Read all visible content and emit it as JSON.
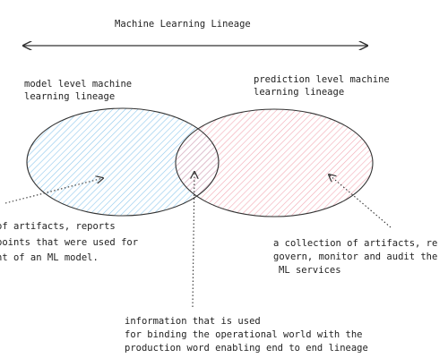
{
  "diagram": {
    "title": "Machine Learning Lineage",
    "model_label": [
      "model level machine",
      "learning lineage"
    ],
    "prediction_label": [
      "prediction level machine",
      "learning lineage"
    ],
    "left_callout": [
      "of artifacts, reports",
      "points that were used for",
      "nt of an ML model."
    ],
    "right_callout": [
      "a collection of artifacts, re",
      "govern, monitor and audit the",
      "ML services"
    ],
    "bottom_callout": [
      "information that is used",
      "for binding the operational world with the",
      "production word enabling end to end lineage"
    ]
  },
  "colors": {
    "stroke": "#333333",
    "model_hatch": "#8ec8ec",
    "prediction_hatch": "#f2a9b4",
    "text": "#222222"
  }
}
